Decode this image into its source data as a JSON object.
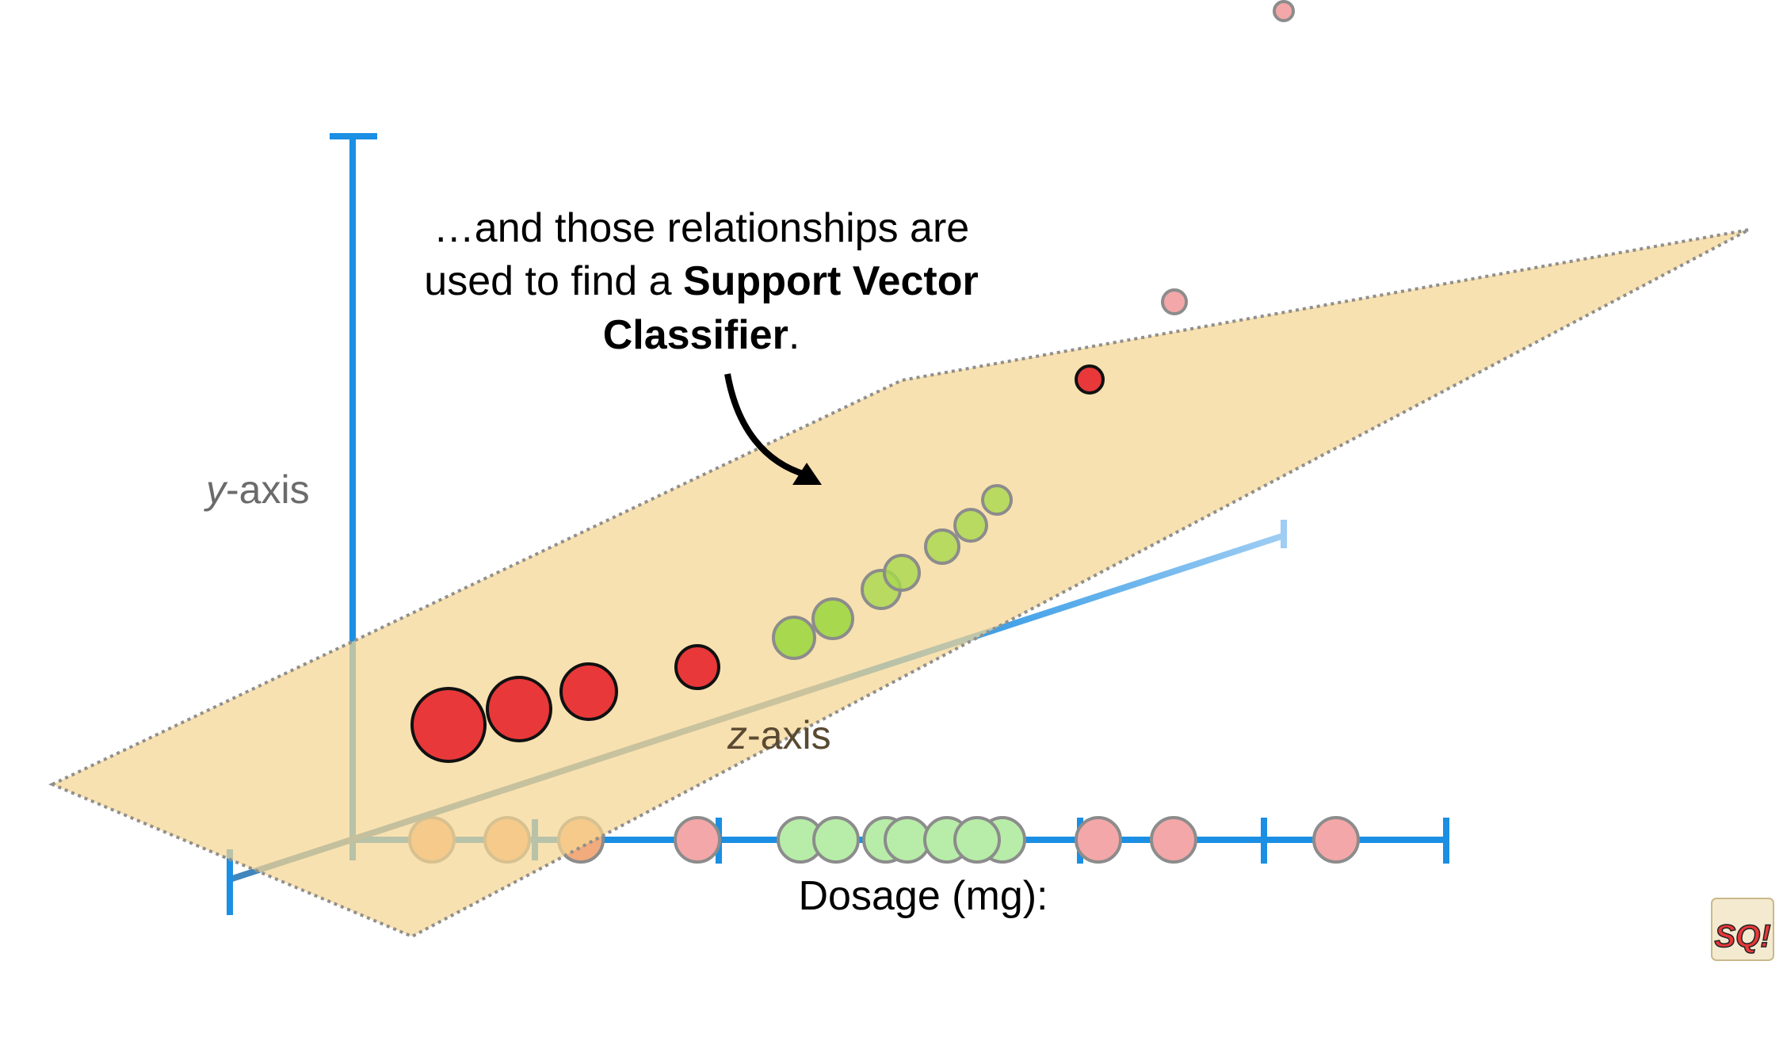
{
  "annotation": {
    "line1": "…and those relationships are",
    "line2_prefix": "used to find a ",
    "line2_bold": "Support Vector",
    "line3_bold": "Classifier",
    "line3_suffix": "."
  },
  "axes": {
    "y_axis_var": "y",
    "y_axis_suffix": "-axis",
    "z_axis_var": "z",
    "z_axis_suffix": "-axis",
    "x_axis_label": "Dosage (mg):"
  },
  "colors": {
    "axis_blue": "#1a8fe3",
    "axis_light_blue": "#9fcdf3",
    "plane_fill": "#f5d592",
    "red_point": "#e8383a",
    "green_point": "#a8d84d",
    "pink_point": "#f4a7a8",
    "light_green_point": "#b7eda8",
    "orange_point": "#f2ab7c"
  },
  "logo": {
    "text": "SQ!",
    "icon": "statquest-logo-icon"
  }
}
